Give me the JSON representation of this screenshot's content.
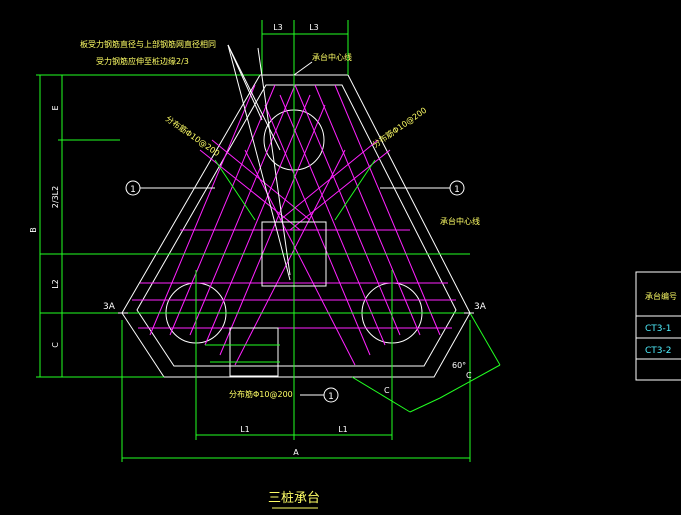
{
  "drawing": {
    "title": "三桩承台",
    "notes": {
      "rebar_note_line1": "板受力钢筋直径与上部钢筋网直径相同",
      "rebar_note_line2": "受力钢筋应伸至桩边缘2/3",
      "center_line_top": "承台中心线",
      "center_line_right": "承台中心线",
      "distribution_left": "分布筋Φ10@200",
      "distribution_right": "分布筋Φ10@200",
      "distribution_bottom": "分布筋Φ10@200"
    },
    "dimensions": {
      "top_left": "L3",
      "top_right": "L3",
      "left_total": "B",
      "left_seg1": "E",
      "left_seg2": "2/3L2",
      "left_seg3": "L2",
      "left_seg4": "C",
      "bottom_left": "L1",
      "bottom_right": "L1",
      "bottom_total": "A",
      "angle": "60°",
      "edge_c_left": "C",
      "edge_c_right": "C"
    },
    "section_markers": {
      "left": "3A",
      "right": "3A"
    },
    "callouts": {
      "left": "1",
      "right": "1",
      "bottom": "1"
    }
  },
  "table": {
    "header": "承台编号",
    "rows": [
      "CT3-1",
      "CT3-2",
      ""
    ]
  }
}
